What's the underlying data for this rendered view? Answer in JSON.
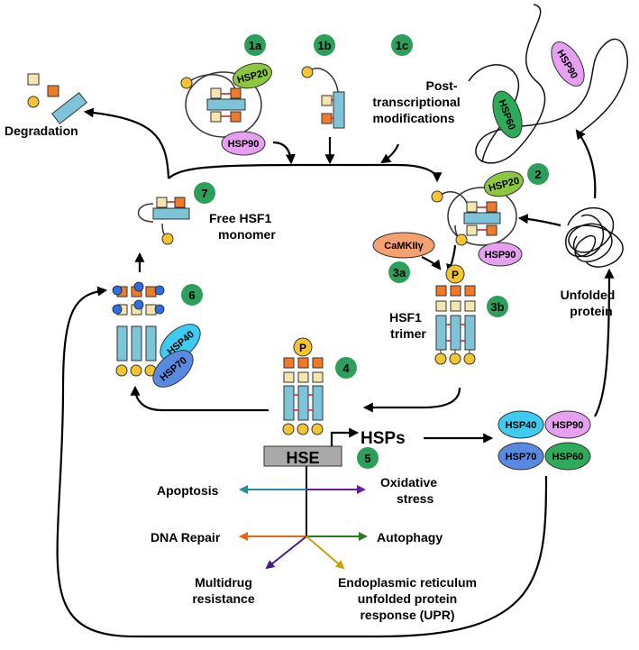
{
  "steps": {
    "s1a": "1a",
    "s1b": "1b",
    "s1c": "1c",
    "s2": "2",
    "s3a": "3a",
    "s3b": "3b",
    "s4": "4",
    "s5": "5",
    "s6": "6",
    "s7": "7"
  },
  "chaperones": {
    "hsp20": "HSP20",
    "hsp90": "HSP90",
    "hsp40": "HSP40",
    "hsp70": "HSP70",
    "hsp60": "HSP60"
  },
  "labels": {
    "degradation": "Degradation",
    "post_line1": "Post-",
    "post_line2": "transcriptional",
    "post_line3": "modifications",
    "free_line1": "Free HSF1",
    "free_line2": "monomer",
    "camk": "CaMKIIγ",
    "phospho": "P",
    "trimer_line1": "HSF1",
    "trimer_line2": "trimer",
    "unfolded_line1": "Unfolded",
    "unfolded_line2": "protein",
    "hse": "HSE",
    "hsps": "HSPs"
  },
  "outcomes": {
    "apoptosis": "Apoptosis",
    "oxidative_line1": "Oxidative",
    "oxidative_line2": "stress",
    "dna_repair": "DNA Repair",
    "autophagy": "Autophagy",
    "multidrug_line1": "Multidrug",
    "multidrug_line2": "resistance",
    "er_line1": "Endoplasmic reticulum",
    "er_line2": "unfolded protein",
    "er_line3": "response (UPR)"
  },
  "colors": {
    "step_badge": "#2e9e5b",
    "domain_blue": "#7ec4d8",
    "domain_cream": "#f5e6b0",
    "domain_orange": "#f07a28",
    "tail_yellow": "#f5c431",
    "acetyl_blue": "#2f6fe0",
    "hsp20": "#8dc63f",
    "hsp90": "#e5a0f0",
    "hsp40": "#3ecbf0",
    "hsp70": "#5a8ae0",
    "hsp60": "#2daa5a",
    "camk": "#f4a070",
    "hse_box": "#a9a9a9",
    "apoptosis_arrow": "#2c8aa0",
    "oxidative_arrow": "#6a1e9a",
    "dna_arrow": "#e06a14",
    "autophagy_arrow": "#2a7a20",
    "multidrug_arrow": "#4a1a8a",
    "er_arrow": "#c8a010"
  }
}
